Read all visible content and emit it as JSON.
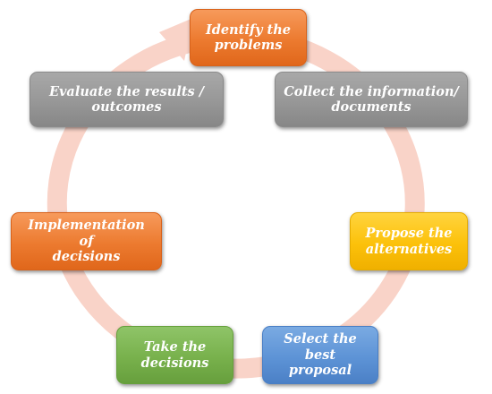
{
  "diagram": {
    "colors": {
      "cycle_arrow": "#f9d3c8",
      "orange": "#ec7a2f",
      "grey": "#979797",
      "yellow": "#fcc10a",
      "blue": "#5d93d6",
      "green": "#78b14c"
    },
    "steps": [
      {
        "id": "identify",
        "lines": [
          "Identify the",
          "problems"
        ]
      },
      {
        "id": "collect",
        "lines": [
          "Collect the information/",
          "documents"
        ]
      },
      {
        "id": "propose",
        "lines": [
          "Propose the",
          "alternatives"
        ]
      },
      {
        "id": "select",
        "lines": [
          "Select the best",
          "proposal"
        ]
      },
      {
        "id": "take",
        "lines": [
          "Take the",
          "decisions"
        ]
      },
      {
        "id": "implement",
        "lines": [
          "Implementation of",
          "decisions"
        ]
      },
      {
        "id": "evaluate",
        "lines": [
          "Evaluate the results /",
          "outcomes"
        ]
      }
    ]
  }
}
